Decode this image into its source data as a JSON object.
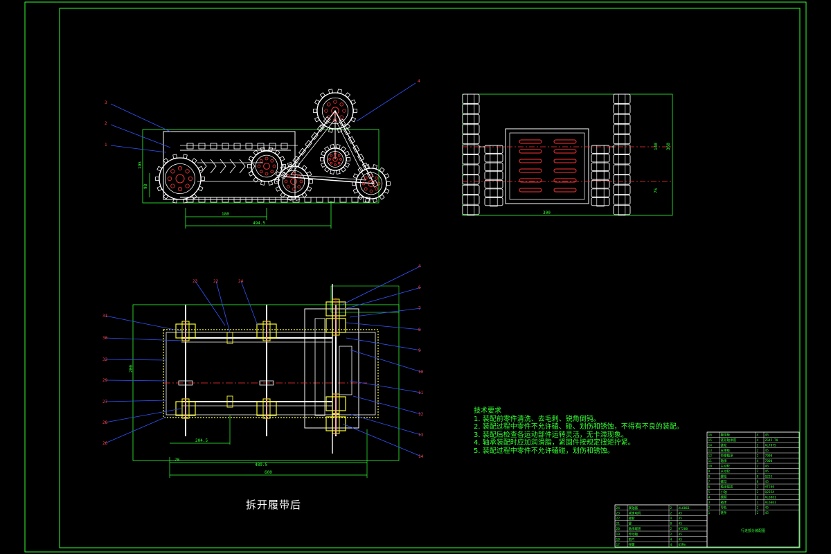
{
  "drawing": {
    "caption": "拆开履带后",
    "colors": {
      "background": "#000000",
      "frame": "#33ff33",
      "outline": "#ffffff",
      "hub": "#ffff33",
      "centerline": "#ff3333",
      "leader": "#3355ff",
      "dimension": "#33ff33"
    }
  },
  "tech_notes": {
    "title": "技术要求",
    "lines": [
      "1. 装配前零件清洗、去毛刺、锐角倒钝。",
      "2. 装配过程中零件不允许磕、碰、划伤和锈蚀，不得有不良的装配。",
      "3. 装配后检查各运动部件运转灵活，无卡滞现象。",
      "4. 轴承装配时应加润滑脂，紧固件按规定扭矩拧紧。",
      "5. 装配过程中零件不允许磕碰，划伤和锈蚀。"
    ]
  },
  "dimensions": {
    "side_a": "180",
    "side_b": "494.5",
    "height_a": "98",
    "height_b": "195",
    "front_width": "300",
    "front_h1": "140",
    "front_h2": "360",
    "front_h3": "75",
    "plan_a": "204.5",
    "plan_b": "489.5",
    "plan_c": "600",
    "plan_d": "70",
    "plan_e": "200"
  },
  "callouts": {
    "side_view": [
      "3",
      "2",
      "1",
      "4"
    ],
    "plan_top": [
      "23",
      "22",
      "24",
      "4",
      "6",
      "7",
      "8"
    ],
    "plan_left": [
      "31",
      "30",
      "32",
      "29",
      "27",
      "28",
      "26"
    ],
    "plan_right": [
      "9",
      "10",
      "11",
      "12",
      "13",
      "14"
    ]
  },
  "title_block": {
    "name": "行走部分装配图",
    "rows": [
      {
        "no": "16",
        "name": "履带板",
        "qty": "4",
        "mat": "45"
      },
      {
        "no": "15",
        "name": "链轮轴承座",
        "qty": "4",
        "mat": "ZG45-70"
      },
      {
        "no": "14",
        "name": "链轮",
        "qty": "2",
        "mat": "AL7075"
      },
      {
        "no": "13",
        "name": "支撑板",
        "qty": "2",
        "mat": "45"
      },
      {
        "no": "12",
        "name": "带座轴承",
        "qty": "2",
        "mat": "7000"
      },
      {
        "no": "11",
        "name": "轴承",
        "qty": "4",
        "mat": "7000"
      },
      {
        "no": "10",
        "name": "主动轮",
        "qty": "2",
        "mat": "45"
      },
      {
        "no": "9",
        "name": "从动轮",
        "qty": "2",
        "mat": "45"
      },
      {
        "no": "8",
        "name": "螺栓",
        "qty": "8",
        "mat": "Q235"
      },
      {
        "no": "7",
        "name": "螺母",
        "qty": "8",
        "mat": "45"
      },
      {
        "no": "6",
        "name": "轴承端盖",
        "qty": "2",
        "mat": "HT200"
      },
      {
        "no": "5",
        "name": "小轴",
        "qty": "2",
        "mat": "Q235A"
      },
      {
        "no": "4",
        "name": "摆臂",
        "qty": "2",
        "mat": "AL6061"
      },
      {
        "no": "3",
        "name": "箱体",
        "qty": "1",
        "mat": "AL6061"
      },
      {
        "no": "2",
        "name": "导轨",
        "qty": "2",
        "mat": "45"
      },
      {
        "no": "1",
        "name": "链条",
        "qty": "2",
        "mat": "45"
      }
    ],
    "left_rows": [
      {
        "no": "24",
        "name": "联轴器",
        "qty": "2",
        "mat": "AL6061"
      },
      {
        "no": "23",
        "name": "减速电机",
        "qty": "2",
        "mat": "45"
      },
      {
        "no": "22",
        "name": "轴套",
        "qty": "4",
        "mat": "45"
      },
      {
        "no": "21",
        "name": "键",
        "qty": "8",
        "mat": "45"
      },
      {
        "no": "20",
        "name": "轴承端盖",
        "qty": "2",
        "mat": "HT200"
      },
      {
        "no": "19",
        "name": "传动轴",
        "qty": "2",
        "mat": "45"
      },
      {
        "no": "18",
        "name": "垫片",
        "qty": "4",
        "mat": "45"
      },
      {
        "no": "17",
        "name": "弹簧",
        "qty": "4",
        "mat": "65Mn"
      }
    ]
  }
}
